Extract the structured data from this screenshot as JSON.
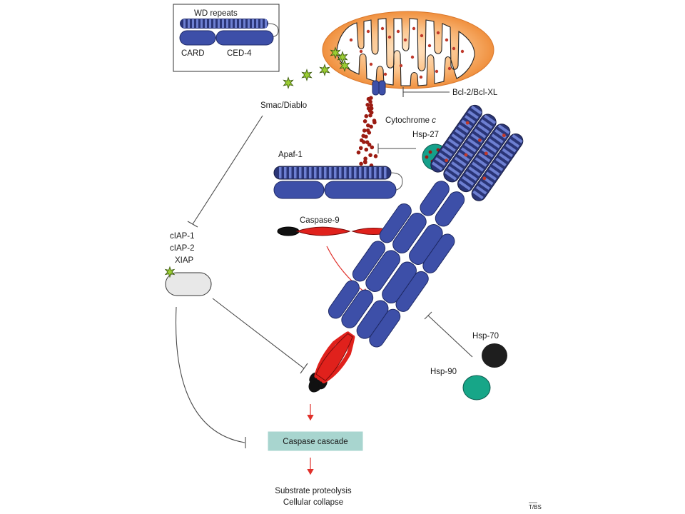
{
  "legend": {
    "wd_repeats": "WD repeats",
    "card": "CARD",
    "ced4": "CED-4"
  },
  "labels": {
    "bcl2": "Bcl-2/Bcl-XL",
    "cytochrome": "Cytochrome ",
    "cytochrome_c": "c",
    "smac": "Smac/Diablo",
    "hsp27": "Hsp-27",
    "apaf1": "Apaf-1",
    "caspase9": "Caspase-9",
    "ciap1": "cIAP-1",
    "ciap2": "cIAP-2",
    "xiap": "XIAP",
    "hsp70": "Hsp-70",
    "hsp90": "Hsp-90",
    "caspase_cascade": "Caspase cascade",
    "substrate": "Substrate proteolysis",
    "collapse": "Cellular collapse",
    "credit": "T/BS"
  },
  "colors": {
    "mito_outer": "#f4a25a",
    "mito_inner": "#ffffff",
    "apaf_blue": "#3d4fa8",
    "caspase_red": "#e0211c",
    "cyto_dots": "#9b1b12",
    "smac_star": "#9acd32",
    "hsp27_teal": "#15a08a",
    "hsp70_black": "#1e1e1e",
    "hsp90_teal": "#17a688",
    "cascade_box": "#a8d5cf",
    "iap_grey": "#e8e8e8"
  }
}
